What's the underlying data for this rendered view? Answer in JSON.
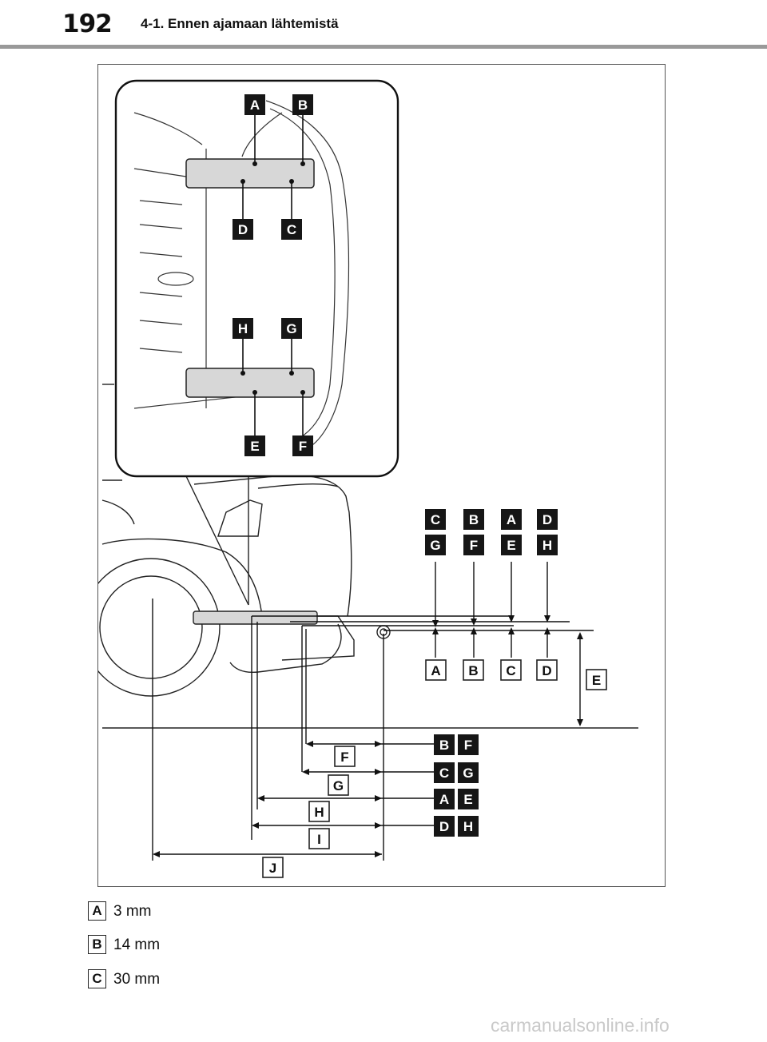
{
  "header": {
    "page_number": "192",
    "section_title": "4-1. Ennen ajamaan lähtemistä"
  },
  "figure": {
    "inset_labels": {
      "top": [
        "A",
        "B"
      ],
      "middle_upper": [
        "D",
        "C"
      ],
      "middle_lower": [
        "H",
        "G"
      ],
      "bottom": [
        "E",
        "F"
      ]
    },
    "vertical_labels": {
      "top_row": [
        "C",
        "B",
        "A",
        "D"
      ],
      "second_row": [
        "G",
        "F",
        "E",
        "H"
      ],
      "bottom_row": [
        "A",
        "B",
        "C",
        "D"
      ],
      "height": "E"
    },
    "horizontal_labels": {
      "dimensions": [
        "F",
        "G",
        "H",
        "I",
        "J"
      ],
      "pairs": [
        [
          "B",
          "F"
        ],
        [
          "C",
          "G"
        ],
        [
          "A",
          "E"
        ],
        [
          "D",
          "H"
        ]
      ]
    }
  },
  "legend": [
    {
      "key": "A",
      "value": "3 mm"
    },
    {
      "key": "B",
      "value": "14 mm"
    },
    {
      "key": "C",
      "value": "30 mm"
    }
  ],
  "watermark": "carmanualsonline.info"
}
